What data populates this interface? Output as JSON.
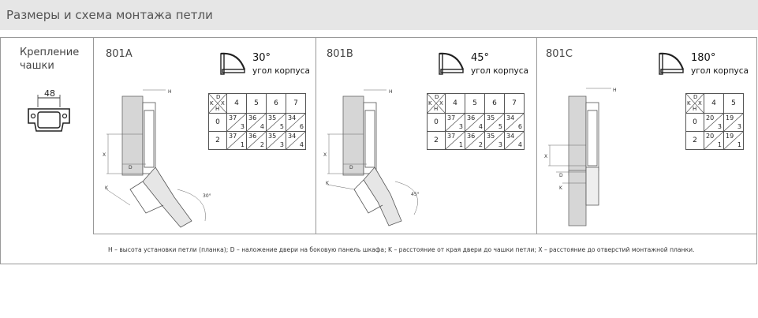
{
  "header": {
    "title": "Размеры и схема монтажа петли"
  },
  "mount": {
    "line1": "Крепление",
    "line2": "чашки",
    "dimension": "48"
  },
  "models": [
    {
      "name": "801A",
      "angle": "30°",
      "angle_text": "угол корпуса",
      "columns": [
        "4",
        "5",
        "6",
        "7"
      ],
      "rows": [
        {
          "h": "0",
          "cells": [
            [
              "37",
              "3"
            ],
            [
              "36",
              "4"
            ],
            [
              "35",
              "5"
            ],
            [
              "34",
              "6"
            ]
          ]
        },
        {
          "h": "2",
          "cells": [
            [
              "37",
              "1"
            ],
            [
              "36",
              "2"
            ],
            [
              "35",
              "3"
            ],
            [
              "34",
              "4"
            ]
          ]
        }
      ]
    },
    {
      "name": "801B",
      "angle": "45°",
      "angle_text": "угол корпуса",
      "columns": [
        "4",
        "5",
        "6",
        "7"
      ],
      "rows": [
        {
          "h": "0",
          "cells": [
            [
              "37",
              "3"
            ],
            [
              "36",
              "4"
            ],
            [
              "35",
              "5"
            ],
            [
              "34",
              "6"
            ]
          ]
        },
        {
          "h": "2",
          "cells": [
            [
              "37",
              "1"
            ],
            [
              "36",
              "2"
            ],
            [
              "35",
              "3"
            ],
            [
              "34",
              "4"
            ]
          ]
        }
      ]
    },
    {
      "name": "801C",
      "angle": "180°",
      "angle_text": "угол корпуса",
      "columns": [
        "4",
        "5"
      ],
      "rows": [
        {
          "h": "0",
          "cells": [
            [
              "20",
              "3"
            ],
            [
              "19",
              "3"
            ]
          ]
        },
        {
          "h": "2",
          "cells": [
            [
              "20",
              "1"
            ],
            [
              "19",
              "1"
            ]
          ]
        }
      ]
    }
  ],
  "table_corner": {
    "d": "D",
    "k": "K",
    "x": "X",
    "h": "H"
  },
  "drawing_labels": {
    "h": "H",
    "x": "X",
    "k": "K",
    "d": "D",
    "a30": "30°",
    "a45": "45°"
  },
  "footnote": "H – высота установки петли (планка); D – наложение двери на боковую панель шкафа; K – расстояние от края двери до чашки петли; X – расстояние до отверстий монтажной планки."
}
